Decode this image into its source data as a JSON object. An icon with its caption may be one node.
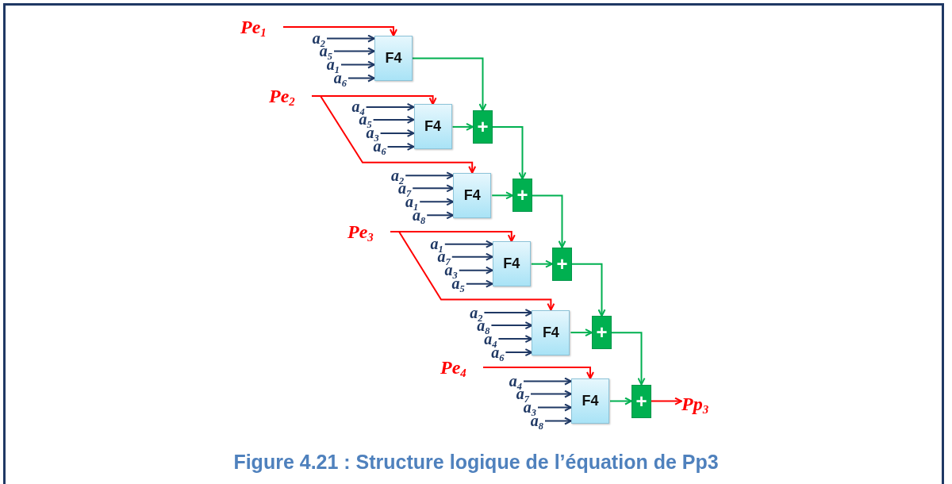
{
  "diagram": {
    "caption": "Figure 4.21 : Structure logique de l’équation de Pp3",
    "nodes": [
      {
        "text": [
          "Pe$_{1}$"
        ]
      },
      {
        "text": [
          "a$_{2}$"
        ]
      },
      {
        "text": [
          "a$_{5}$"
        ]
      },
      {
        "text": [
          "a$_{1}$"
        ]
      },
      {
        "text": [
          "a$_{6}$"
        ]
      },
      {
        "text": [
          "F4"
        ]
      },
      {
        "text": [
          "Pe$_{2}$"
        ]
      },
      {
        "text": [
          "a$_{4}$"
        ]
      },
      {
        "text": [
          "a$_{5}$"
        ]
      },
      {
        "text": [
          "a$_{3}$"
        ]
      },
      {
        "text": [
          "a$_{6}$"
        ]
      },
      {
        "text": [
          "F4"
        ]
      },
      {
        "text": [
          "+"
        ]
      },
      {
        "text": [
          "a$_{2}$"
        ]
      },
      {
        "text": [
          "a$_{7}$"
        ]
      },
      {
        "text": [
          "a$_{1}$"
        ]
      },
      {
        "text": [
          "a$_{8}$"
        ]
      },
      {
        "text": [
          "F4"
        ]
      },
      {
        "text": [
          "+"
        ]
      },
      {
        "text": [
          "Pe$_{3}$"
        ]
      },
      {
        "text": [
          "a$_{1}$"
        ]
      },
      {
        "text": [
          "a$_{7}$"
        ]
      },
      {
        "text": [
          "a$_{3}$"
        ]
      },
      {
        "text": [
          "a$_{5}$"
        ]
      },
      {
        "text": [
          "F4"
        ]
      },
      {
        "text": [
          "+"
        ]
      },
      {
        "text": [
          "a$_{2}$"
        ]
      },
      {
        "text": [
          "a$_{8}$"
        ]
      },
      {
        "text": [
          "a$_{4}$"
        ]
      },
      {
        "text": [
          "a$_{6}$"
        ]
      },
      {
        "text": [
          "F4"
        ]
      },
      {
        "text": [
          "+"
        ]
      },
      {
        "text": [
          "Pe$_{4}$"
        ]
      },
      {
        "text": [
          "a$_{4}$"
        ]
      },
      {
        "text": [
          "a$_{7}$"
        ]
      },
      {
        "text": [
          "a$_{3}$"
        ]
      },
      {
        "text": [
          "a$_{8}$"
        ]
      },
      {
        "text": [
          "F4"
        ]
      },
      {
        "text": [
          "+"
        ]
      },
      {
        "text": [
          "Pp$_{3}$"
        ]
      }
    ],
    "edges": [
      {
        "from": 0,
        "to": 5,
        "arrow": "to",
        "color": "#ff0000"
      },
      {
        "from": 1,
        "to": 5,
        "arrow": "to"
      },
      {
        "from": 2,
        "to": 5,
        "arrow": "to"
      },
      {
        "from": 3,
        "to": 5,
        "arrow": "to"
      },
      {
        "from": 4,
        "to": 5,
        "arrow": "to"
      },
      {
        "from": 5,
        "to": 12,
        "arrow": "to",
        "color": "#00b050"
      },
      {
        "from": 6,
        "to": 11,
        "arrow": "to",
        "color": "#ff0000"
      },
      {
        "from": 6,
        "to": 17,
        "arrow": "to",
        "color": "#ff0000"
      },
      {
        "from": 7,
        "to": 11,
        "arrow": "to"
      },
      {
        "from": 8,
        "to": 11,
        "arrow": "to"
      },
      {
        "from": 9,
        "to": 11,
        "arrow": "to"
      },
      {
        "from": 10,
        "to": 11,
        "arrow": "to"
      },
      {
        "from": 11,
        "to": 12,
        "arrow": "to",
        "color": "#00b050"
      },
      {
        "from": 12,
        "to": 18,
        "arrow": "to",
        "color": "#00b050"
      },
      {
        "from": 13,
        "to": 17,
        "arrow": "to"
      },
      {
        "from": 14,
        "to": 17,
        "arrow": "to"
      },
      {
        "from": 15,
        "to": 17,
        "arrow": "to"
      },
      {
        "from": 16,
        "to": 17,
        "arrow": "to"
      },
      {
        "from": 17,
        "to": 18,
        "arrow": "to",
        "color": "#00b050"
      },
      {
        "from": 18,
        "to": 25,
        "arrow": "to",
        "color": "#00b050"
      },
      {
        "from": 19,
        "to": 24,
        "arrow": "to",
        "color": "#ff0000"
      },
      {
        "from": 19,
        "to": 30,
        "arrow": "to",
        "color": "#ff0000"
      },
      {
        "from": 20,
        "to": 24,
        "arrow": "to"
      },
      {
        "from": 21,
        "to": 24,
        "arrow": "to"
      },
      {
        "from": 22,
        "to": 24,
        "arrow": "to"
      },
      {
        "from": 23,
        "to": 24,
        "arrow": "to"
      },
      {
        "from": 24,
        "to": 25,
        "arrow": "to",
        "color": "#00b050"
      },
      {
        "from": 25,
        "to": 31,
        "arrow": "to",
        "color": "#00b050"
      },
      {
        "from": 26,
        "to": 30,
        "arrow": "to"
      },
      {
        "from": 27,
        "to": 30,
        "arrow": "to"
      },
      {
        "from": 28,
        "to": 30,
        "arrow": "to"
      },
      {
        "from": 29,
        "to": 30,
        "arrow": "to"
      },
      {
        "from": 30,
        "to": 31,
        "arrow": "to",
        "color": "#00b050"
      },
      {
        "from": 31,
        "to": 38,
        "arrow": "to",
        "color": "#00b050"
      },
      {
        "from": 32,
        "to": 37,
        "arrow": "to",
        "color": "#ff0000"
      },
      {
        "from": 33,
        "to": 37,
        "arrow": "to"
      },
      {
        "from": 34,
        "to": 37,
        "arrow": "to"
      },
      {
        "from": 35,
        "to": 37,
        "arrow": "to"
      },
      {
        "from": 36,
        "to": 37,
        "arrow": "to"
      },
      {
        "from": 37,
        "to": 38,
        "arrow": "to",
        "color": "#00b050"
      },
      {
        "from": 38,
        "to": 39,
        "arrow": "to",
        "color": "#ff0000"
      }
    ]
  }
}
